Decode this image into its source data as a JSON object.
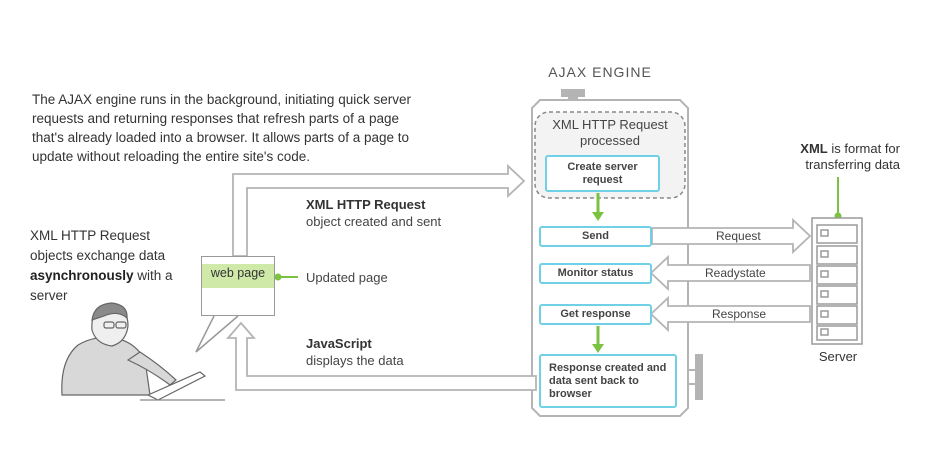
{
  "intro_text": "The AJAX engine runs in the background, initiating quick server requests and returning responses that refresh parts of a page that's already loaded into a browser. It allows parts of a page to update without reloading the entire site's code.",
  "left_note": {
    "part1": "XML HTTP Request objects exchange data ",
    "bold": "asynchronously",
    "part2": " with a server"
  },
  "engine_title": "AJAX ENGINE",
  "process_label": "XML HTTP Request processed",
  "boxes": {
    "create": "Create server request",
    "send": "Send",
    "monitor": "Monitor status",
    "get": "Get response",
    "response": "Response created and data sent back to browser"
  },
  "webpage_label": "web page",
  "updated_page": "Updated page",
  "xhr_sent": {
    "bold": "XML HTTP Request",
    "text": "object created and sent"
  },
  "js_display": {
    "bold": "JavaScript",
    "text": "displays the data"
  },
  "server_arrows": {
    "request": "Request",
    "readystate": "Readystate",
    "response": "Response"
  },
  "xml_note": {
    "bold": "XML",
    "text": " is format for transferring data"
  },
  "server_label": "Server",
  "colors": {
    "accent_cyan": "#6fd0e6",
    "accent_green": "#7cc242",
    "outline_gray": "#999999"
  }
}
